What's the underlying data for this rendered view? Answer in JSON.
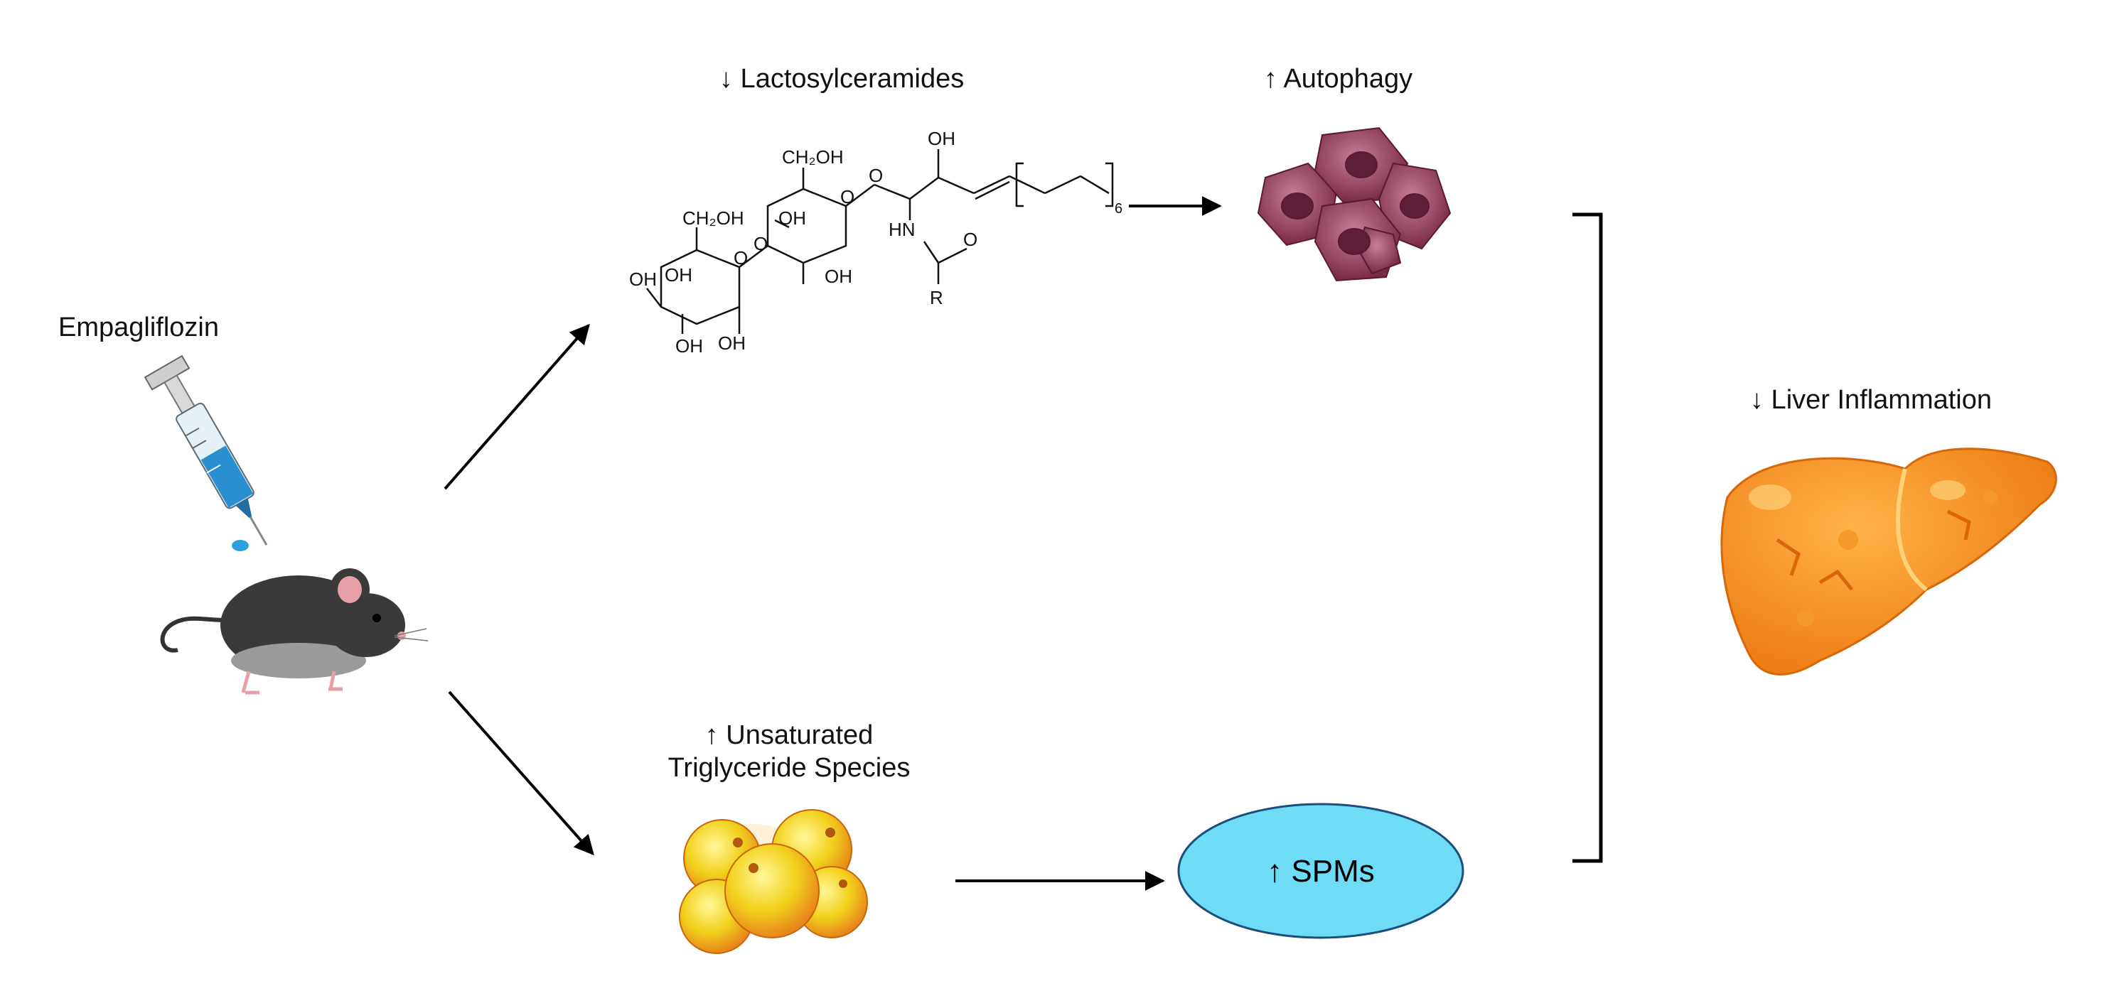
{
  "drug": {
    "label": "Empagliflozin"
  },
  "lactosylceramides": {
    "label": "↓ Lactosylceramides"
  },
  "autophagy": {
    "label": "↑ Autophagy"
  },
  "triglycerides": {
    "line1": "↑ Unsaturated",
    "line2": "Triglyceride Species"
  },
  "spms": {
    "label": "↑ SPMs"
  },
  "liver": {
    "label": "↓  Liver Inflammation"
  },
  "structure": {
    "ch2oh_a": "CH₂OH",
    "ch2oh_b": "CH₂OH",
    "oh_list": [
      "OH",
      "OH",
      "OH",
      "OH",
      "OH",
      "OH",
      "OH"
    ],
    "o_list": [
      "O",
      "O",
      "O",
      "O",
      "O"
    ],
    "nh": "HN",
    "r": "R",
    "sub6": "6"
  },
  "colors": {
    "spms_fill": "#6fdcf7",
    "spms_stroke": "#1d4f7a",
    "liver": "#f28a1e",
    "droplet": "#f5c518",
    "cells": "#8a3a56",
    "mouse": "#3a3a3a"
  }
}
